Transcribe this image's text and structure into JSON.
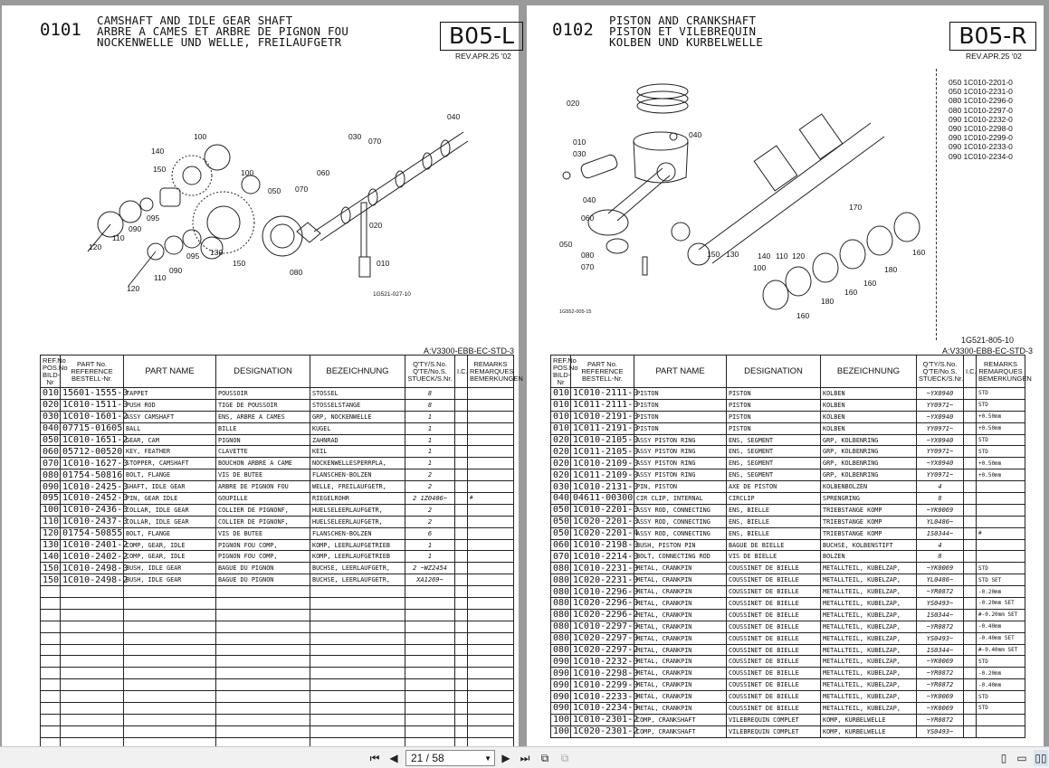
{
  "left": {
    "section": "0101",
    "title": [
      "CAMSHAFT AND IDLE GEAR SHAFT",
      "ARBRE A CAMES ET ARBRE DE PIGNON FOU",
      "NOCKENWELLE UND WELLE, FREILAUFGETR"
    ],
    "code": "B05-L",
    "rev": "REV.APR.25 '02",
    "catalog": "A:V3300-EBB-EC-STD-3",
    "figure_no": "1G521-027-10",
    "labels": [
      "040",
      "030",
      "070",
      "100",
      "140",
      "150",
      "100",
      "050",
      "070",
      "060",
      "095",
      "090",
      "110",
      "120",
      "020",
      "010",
      "095",
      "090",
      "130",
      "150",
      "110",
      "120",
      "080"
    ],
    "rows": [
      [
        "010",
        "15601-1555-0",
        "TAPPET",
        "POUSSOIR",
        "STOSSEL",
        "8",
        ""
      ],
      [
        "020",
        "1C010-1511-0",
        "PUSH ROD",
        "TIGE DE POUSSOIR",
        "STOSSELSTANGE",
        "8",
        ""
      ],
      [
        "030",
        "1C010-1601-2",
        "ASSY CAMSHAFT",
        "ENS, ARBRE A CAMES",
        "GRP, NOCKENWELLE",
        "1",
        ""
      ],
      [
        "040",
        "07715-01605",
        "BALL",
        "BILLE",
        "KUGEL",
        "1",
        ""
      ],
      [
        "050",
        "1C010-1651-2",
        "GEAR, CAM",
        "PIGNON",
        "ZAHNRAD",
        "1",
        ""
      ],
      [
        "060",
        "05712-00520",
        "KEY, FEATHER",
        "CLAVETTE",
        "KEIL",
        "1",
        ""
      ],
      [
        "070",
        "1C010-1627-0",
        "STOPPER, CAMSHAFT",
        "BOUCHON ARBRE A CAME",
        "NOCKENWELLESPERRPLA,",
        "1",
        ""
      ],
      [
        "080",
        "01754-50816",
        "BOLT, FLANGE",
        "VIS DE BUTEE",
        "FLANSCHEN-BOLZEN",
        "2",
        ""
      ],
      [
        "090",
        "1C010-2425-0",
        "SHAFT, IDLE GEAR",
        "ARBRE DE PIGNON FOU",
        "WELLE, FREILAUFGETR,",
        "2",
        ""
      ],
      [
        "095",
        "1C010-2452-0",
        "PIN, GEAR IDLE",
        "GOUPILLE",
        "RIEGELROHR",
        "2 1Z0406~",
        "#"
      ],
      [
        "100",
        "1C010-2436-0",
        "COLLAR, IDLE GEAR",
        "COLLIER DE PIGNONF,",
        "HUELSELEERLAUFGETR,",
        "2",
        ""
      ],
      [
        "110",
        "1C010-2437-0",
        "COLLAR, IDLE GEAR",
        "COLLIER DE PIGNONF,",
        "HUELSELEERLAUFGETR,",
        "2",
        ""
      ],
      [
        "120",
        "01754-50855",
        "BOLT, FLANGE",
        "VIS DE BUTEE",
        "FLANSCHEN-BOLZEN",
        "6",
        ""
      ],
      [
        "130",
        "1C010-2401-2",
        "COMP, GEAR, IDLE",
        "PIGNON FOU COMP,",
        "KOMP, LEERLAUFGETRIEB",
        "1",
        ""
      ],
      [
        "140",
        "1C010-2402-2",
        "COMP, GEAR, IDLE",
        "PIGNON FOU COMP,",
        "KOMP, LEERLAUFGETRIEB",
        "1",
        ""
      ],
      [
        "150",
        "1C010-2498-0",
        "BUSH, IDLE GEAR",
        "BAGUE DU PIGNON",
        "BUCHSE, LEERLAUFGETR,",
        "2 ~WZ2454",
        ""
      ],
      [
        "150",
        "1C010-2498-2",
        "BUSH, IDLE GEAR",
        "BAGUE DU PIGNON",
        "BUCHSE, LEERLAUFGETR,",
        "XA1269~",
        ""
      ]
    ]
  },
  "right": {
    "section": "0102",
    "title": [
      "PISTON AND CRANKSHAFT",
      "PISTON ET VILEBREQUIN",
      "KOLBEN UND KURBELWELLE"
    ],
    "code": "B05-R",
    "rev": "REV.APR.25 '02",
    "catalog": "A:V3300-EBB-EC-STD-3",
    "figure_no": "1G521-805-10",
    "small_fig": "1G552-005-15",
    "side_list": [
      "050 1C010-2201-0",
      "050 1C010-2231-0",
      "080 1C010-2296-0",
      "080 1C010-2297-0",
      "090 1C010-2232-0",
      "090 1C010-2298-0",
      "090 1C010-2299-0",
      "090 1C010-2233-0",
      "090 1C010-2234-0"
    ],
    "labels": [
      "020",
      "010",
      "030",
      "040",
      "040",
      "060",
      "050",
      "080",
      "070",
      "150",
      "130",
      "140",
      "110",
      "120",
      "100",
      "170",
      "160",
      "180",
      "160",
      "160",
      "180",
      "160"
    ],
    "rows": [
      [
        "010",
        "1C010-2111-0",
        "PISTON",
        "PISTON",
        "KOLBEN",
        "~YX0940",
        "STD"
      ],
      [
        "010",
        "1C011-2111-0",
        "PISTON",
        "PISTON",
        "KOLBEN",
        "YY0971~",
        "STD"
      ],
      [
        "010",
        "1C010-2191-0",
        "PISTON",
        "PISTON",
        "KOLBEN",
        "~YX0940",
        "+0.50mm"
      ],
      [
        "010",
        "1C011-2191-0",
        "PISTON",
        "PISTON",
        "KOLBEN",
        "YY0971~",
        "+0.50mm"
      ],
      [
        "020",
        "1C010-2105-0",
        "ASSY PISTON RING",
        "ENS, SEGMENT",
        "GRP, KOLBENRING",
        "~YX0940",
        "STD"
      ],
      [
        "020",
        "1C011-2105-0",
        "ASSY PISTON RING",
        "ENS, SEGMENT",
        "GRP, KOLBENRING",
        "YY0971~",
        "STD"
      ],
      [
        "020",
        "1C010-2109-0",
        "ASSY PISTON RING",
        "ENS, SEGMENT",
        "GRP, KOLBENRING",
        "~YX0940",
        "+0.50mm"
      ],
      [
        "020",
        "1C011-2109-0",
        "ASSY PISTON RING",
        "ENS, SEGMENT",
        "GRP, KOLBENRING",
        "YY0971~",
        "+0.50mm"
      ],
      [
        "030",
        "1C010-2131-0",
        "PIN, PISTON",
        "AXE DE PISTON",
        "KOLBENBOLZEN",
        "4",
        ""
      ],
      [
        "040",
        "04611-00300",
        "CIR CLIP, INTERNAL",
        "CIRCLIP",
        "SPRENGRING",
        "8",
        ""
      ],
      [
        "050",
        "1C010-2201-0",
        "ASSY ROD, CONNECTING",
        "ENS, BIELLE",
        "TRIEBSTANGE KOMP",
        "~YK0069",
        ""
      ],
      [
        "050",
        "1C020-2201-0",
        "ASSY ROD, CONNECTING",
        "ENS, BIELLE",
        "TRIEBSTANGE KOMP",
        "YL0486~",
        ""
      ],
      [
        "050",
        "1C020-2201-4",
        "ASSY ROD, CONNECTING",
        "ENS, BIELLE",
        "TRIEBSTANGE KOMP",
        "1S0344~",
        "#"
      ],
      [
        "060",
        "1C010-2198-0",
        "BUSH, PISTON PIN",
        "BAGUE DE BIELLE",
        "BUCHSE, KOLBENSTIFT",
        "4",
        ""
      ],
      [
        "070",
        "1C010-2214-0",
        "BOLT, CONNECTING ROD",
        "VIS DE BIELLE",
        "BOLZEN",
        "8",
        ""
      ],
      [
        "080",
        "1C010-2231-0",
        "METAL, CRANKPIN",
        "COUSSINET DE BIELLE",
        "METALLTEIL, KUBELZAP,",
        "~YK0069",
        "STD"
      ],
      [
        "080",
        "1C020-2231-0",
        "METAL, CRANKPIN",
        "COUSSINET DE BIELLE",
        "METALLTEIL, KUBELZAP,",
        "YL0486~",
        "STD SET"
      ],
      [
        "080",
        "1C010-2296-0",
        "METAL, CRANKPIN",
        "COUSSINET DE BIELLE",
        "METALLTEIL, KUBELZAP,",
        "~YR0872",
        "-0.20mm"
      ],
      [
        "080",
        "1C020-2296-0",
        "METAL, CRANKPIN",
        "COUSSINET DE BIELLE",
        "METALLTEIL, KUBELZAP,",
        "YS0493~",
        "-0.20mm SET"
      ],
      [
        "080",
        "1C020-2296-2",
        "METAL, CRANKPIN",
        "COUSSINET DE BIELLE",
        "METALLTEIL, KUBELZAP,",
        "1S0344~",
        "#-0.20mm SET"
      ],
      [
        "080",
        "1C010-2297-0",
        "METAL, CRANKPIN",
        "COUSSINET DE BIELLE",
        "METALLTEIL, KUBELZAP,",
        "~YR0872",
        "-0.40mm"
      ],
      [
        "080",
        "1C020-2297-0",
        "METAL, CRANKPIN",
        "COUSSINET DE BIELLE",
        "METALLTEIL, KUBELZAP,",
        "YS0493~",
        "-0.40mm SET"
      ],
      [
        "080",
        "1C020-2297-2",
        "METAL, CRANKPIN",
        "COUSSINET DE BIELLE",
        "METALLTEIL, KUBELZAP,",
        "1S0344~",
        "#-0.40mm SET"
      ],
      [
        "090",
        "1C010-2232-0",
        "METAL, CRANKPIN",
        "COUSSINET DE BIELLE",
        "METALLTEIL, KUBELZAP,",
        "~YK0069",
        "STD"
      ],
      [
        "090",
        "1C010-2298-0",
        "METAL, CRANKPIN",
        "COUSSINET DE BIELLE",
        "METALLTEIL, KUBELZAP,",
        "~YR0872",
        "-0.20mm"
      ],
      [
        "090",
        "1C010-2299-0",
        "METAL, CRANKPIN",
        "COUSSINET DE BIELLE",
        "METALLTEIL, KUBELZAP,",
        "~YR0872",
        "-0.40mm"
      ],
      [
        "090",
        "1C010-2233-0",
        "METAL, CRANKPIN",
        "COUSSINET DE BIELLE",
        "METALLTEIL, KUBELZAP,",
        "~YK0069",
        "STD"
      ],
      [
        "090",
        "1C010-2234-0",
        "METAL, CRANKPIN",
        "COUSSINET DE BIELLE",
        "METALLTEIL, KUBELZAP,",
        "~YK0069",
        "STD"
      ],
      [
        "100",
        "1C010-2301-2",
        "COMP, CRANKSHAFT",
        "VILEBREQUIN COMPLET",
        "KOMP, KURBELWELLE",
        "~YR0872",
        ""
      ],
      [
        "100",
        "1C020-2301-2",
        "COMP, CRANKSHAFT",
        "VILEBREQUIN COMPLET",
        "KOMP, KURBELWELLE",
        "YS0493~",
        ""
      ]
    ]
  },
  "headers": {
    "ref": "REF.No POS.No BILD-Nr",
    "part_no": "PART No. REFERENCE BESTELL-Nr.",
    "part_name": "PART NAME",
    "designation": "DESIGNATION",
    "bezeichnung": "BEZEICHNUNG",
    "qty": "Q'TY/S.No. Q'TE/No.S. STUECK/S.Nr.",
    "ic": "I.C.",
    "remarks": "REMARKS REMARQUES BEMERKUNGEN"
  },
  "toolbar": {
    "page_value": "21 / 58",
    "first_icon": "first-page-icon",
    "prev_icon": "prev-page-icon",
    "next_icon": "next-page-icon",
    "last_icon": "last-page-icon"
  }
}
